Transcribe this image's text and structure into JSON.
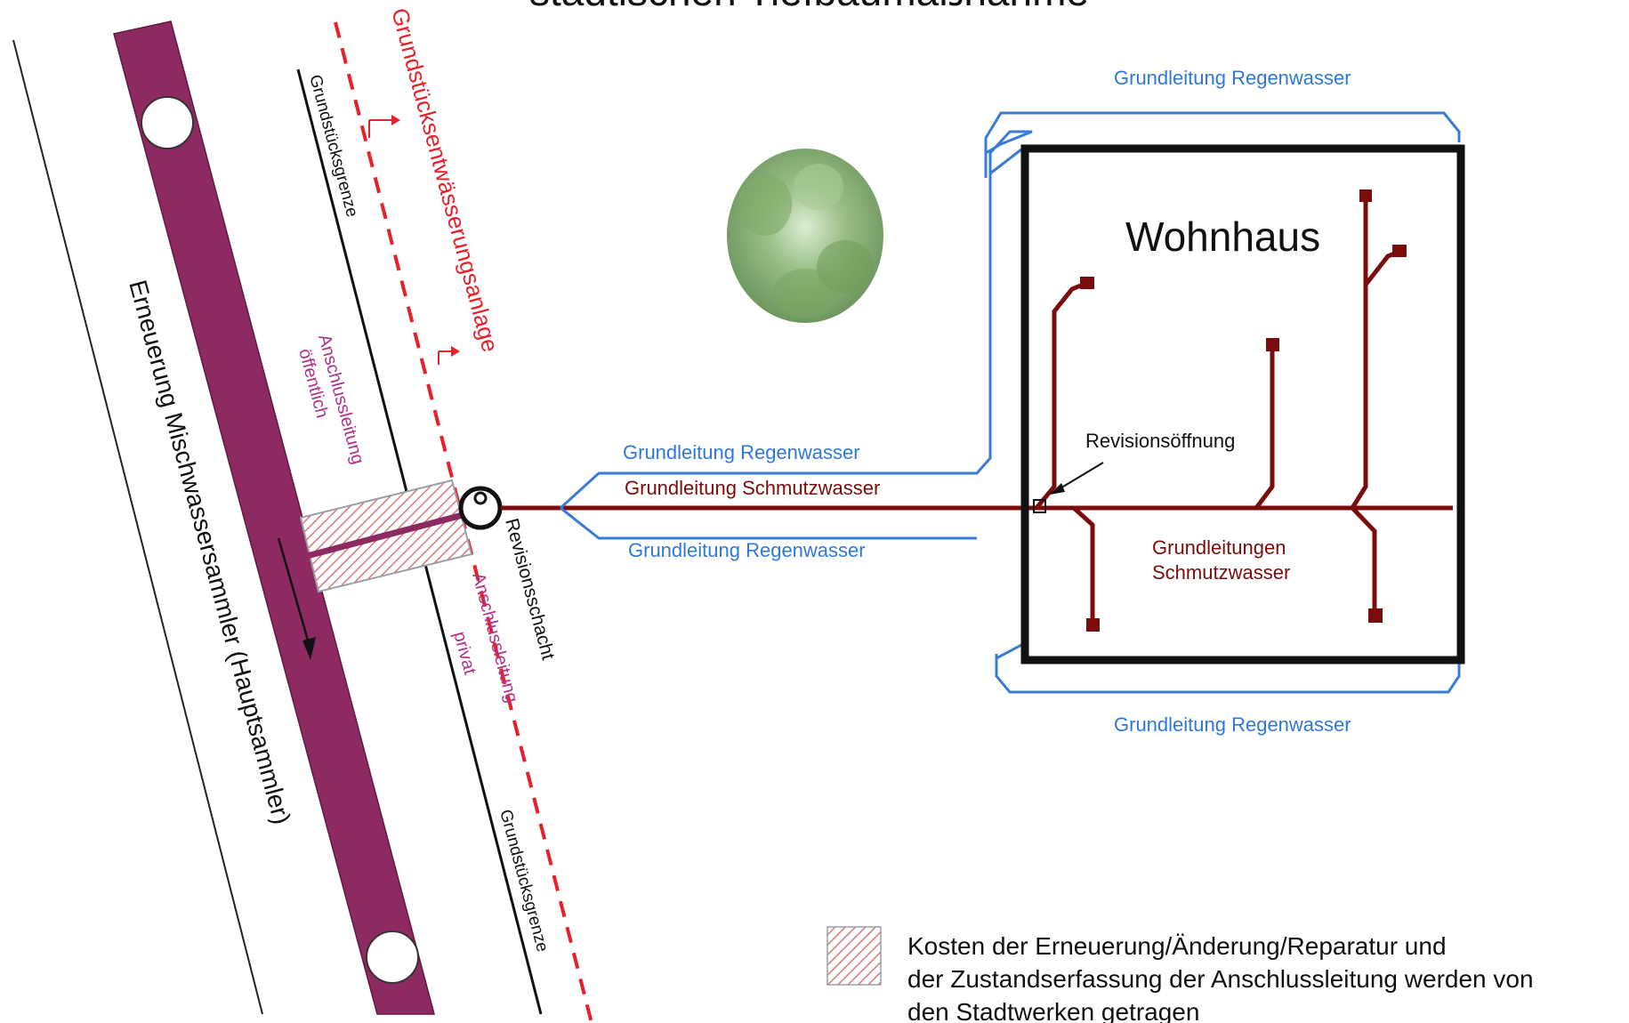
{
  "header": {
    "title": "städtischen Tiefbaumaßnahme"
  },
  "labels": {
    "grundleitung_rw_top": "Grundleitung Regenwasser",
    "grundleitung_rw_bottom": "Grundleitung Regenwasser",
    "grundleitung_rw_inner_top": "Grundleitung Regenwasser",
    "grundleitung_rw_inner_bottom": "Grundleitung Regenwasser",
    "grundleitung_sw": "Grundleitung Schmutzwasser",
    "grundleitungen_sw_line1": "Grundleitungen",
    "grundleitungen_sw_line2": "Schmutzwasser",
    "wohnhaus": "Wohnhaus",
    "revisionsoeffnung": "Revisionsöffnung",
    "revisionsschacht": "Revisionsschacht",
    "grundstuecksentwaesserungsanlage": "Grundstücksentwässerungsanlage",
    "grundstuecksgrenze_top": "Grundstücksgrenze",
    "grundstuecksgrenze_bottom": "Grundstücksgrenze",
    "anschlussleitung_oeffentlich_line1": "Anschlussleitung",
    "anschlussleitung_oeffentlich_line2": "öffentlich",
    "anschlussleitung_privat_line1": "Anschlussleitung",
    "anschlussleitung_privat_line2": "privat",
    "sammler": "Erneuerung  Mischwassersammler  (Hauptsammler)"
  },
  "legend": {
    "line1": "Kosten der Erneuerung/Änderung/Reparatur  und",
    "line2": "der Zustandserfassung  der Anschlussleitung  werden von",
    "line3": "den Stadtwerken getragen"
  },
  "colors": {
    "sammler": "#8e2a62",
    "schmutzwasser": "#7a0c0c",
    "regenwasser": "#3a7bd5",
    "regenwasser_text": "#2f78d8",
    "grenze_red": "#e8202a",
    "anschluss_text": "#b0308a",
    "tree": "#6f9a5a"
  }
}
